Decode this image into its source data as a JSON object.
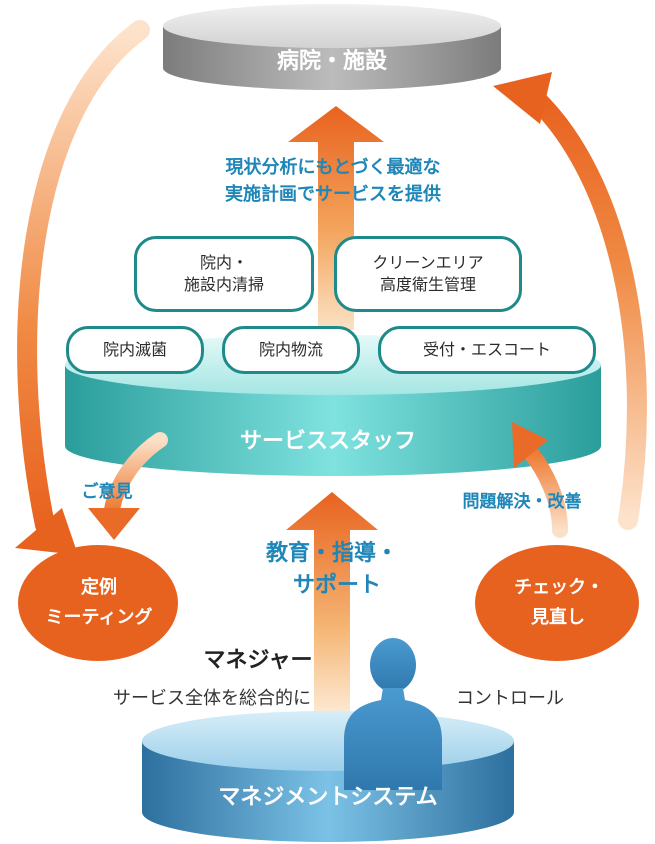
{
  "title": "病院・施設",
  "provide_text": [
    "現状分析にもとづく最適な",
    "実施計画でサービスを提供"
  ],
  "services": [
    {
      "lines": [
        "院内・",
        "施設内清掃"
      ]
    },
    {
      "lines": [
        "クリーンエリア",
        "高度衛生管理"
      ]
    },
    {
      "lines": [
        "院内滅菌"
      ]
    },
    {
      "lines": [
        "院内物流"
      ]
    },
    {
      "lines": [
        "受付・エスコート"
      ]
    }
  ],
  "staff_label": "サービススタッフ",
  "opinion_label": "ご意見",
  "problem_label": "問題解決・改善",
  "education_text": [
    "教育・指導・",
    "サポート"
  ],
  "meeting_lines": [
    "定例",
    "ミーティング"
  ],
  "check_lines": [
    "チェック・",
    "見直し"
  ],
  "manager_label": "マネジャー",
  "manager_left_text": "サービス全体を総合的に",
  "manager_right_text": "コントロール",
  "system_label": "マネジメントシステム",
  "colors": {
    "orange": "#e8621f",
    "teal": "#4ec9c6",
    "teal_dark": "#1f8a8a",
    "blue_text": "#1f86b8",
    "gray": "#9a9a9a",
    "person": "#3f8fc4",
    "system": "#3d8fc0"
  },
  "icons": {
    "manager": "person-silhouette-icon"
  }
}
